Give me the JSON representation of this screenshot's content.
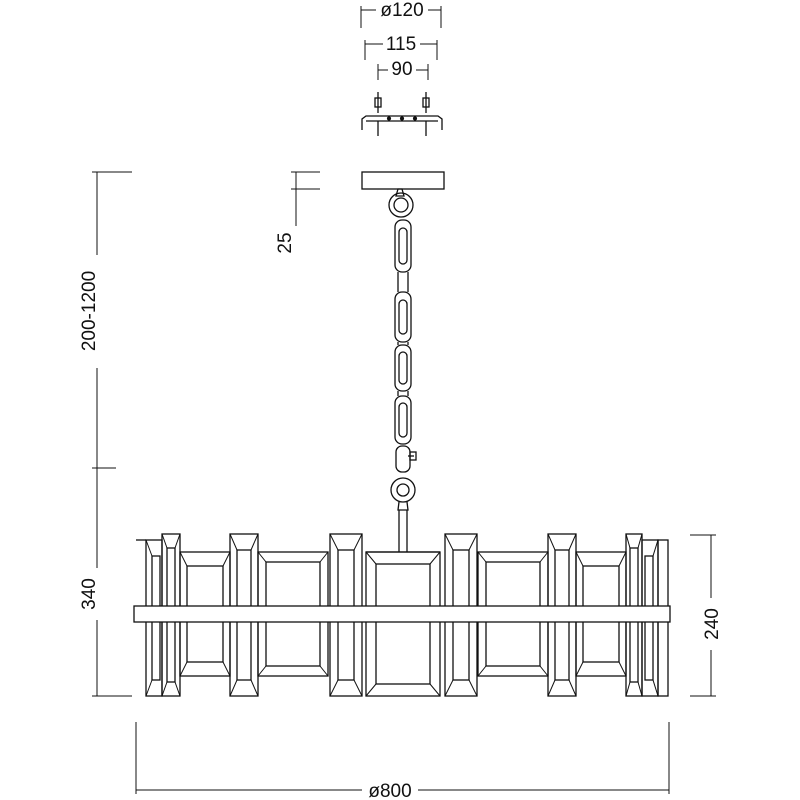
{
  "dimensions": {
    "canopy_diameter": "ø120",
    "mount_holes_outer": "115",
    "mount_holes_inner": "90",
    "canopy_height": "25",
    "chain_length": "200-1200",
    "body_drop": "340",
    "shade_height": "240",
    "shade_diameter": "ø800"
  }
}
